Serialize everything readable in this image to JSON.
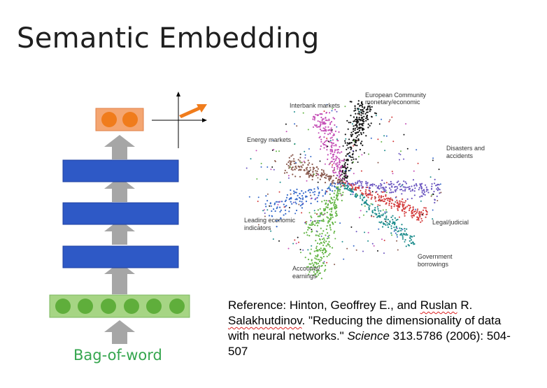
{
  "slide": {
    "title": "Semantic Embedding",
    "input_label": "Bag-of-word",
    "colors": {
      "embedding_box": "#f4a672",
      "embedding_node": "#f07c1c",
      "hidden_layer": "#2e59c6",
      "input_box": "#a6d584",
      "input_node": "#5fae3b",
      "arrow": "#a6a6a6",
      "vector_arrow": "#f07c1c"
    }
  },
  "network": {
    "embedding_nodes": 2,
    "hidden_layers": 3,
    "input_nodes": 6
  },
  "scatter": {
    "clusters": [
      {
        "label": "Interbank markets",
        "color": "#c54fb6"
      },
      {
        "label": "European Community monetary/economic",
        "color": "#111111"
      },
      {
        "label": "Energy markets",
        "color": "#8a5a4e"
      },
      {
        "label": "Disasters and accidents",
        "color": "#6a55c0"
      },
      {
        "label": "Leading economic indicators",
        "color": "#3468c9"
      },
      {
        "label": "Legal/judicial",
        "color": "#d33a3a"
      },
      {
        "label": "Government borrowings",
        "color": "#1c8c8c"
      },
      {
        "label": "Accounts/ earnings",
        "color": "#63b545"
      }
    ]
  },
  "reference": {
    "prefix": "Reference: Hinton, Geoffrey E., and ",
    "name1": "Ruslan",
    "mid1": " R. ",
    "name2": "Salakhutdinov",
    "mid2": ". \"Reducing the dimensionality of data with neural networks.\" ",
    "journal": "Science",
    "suffix": " 313.5786 (2006): 504-507"
  }
}
